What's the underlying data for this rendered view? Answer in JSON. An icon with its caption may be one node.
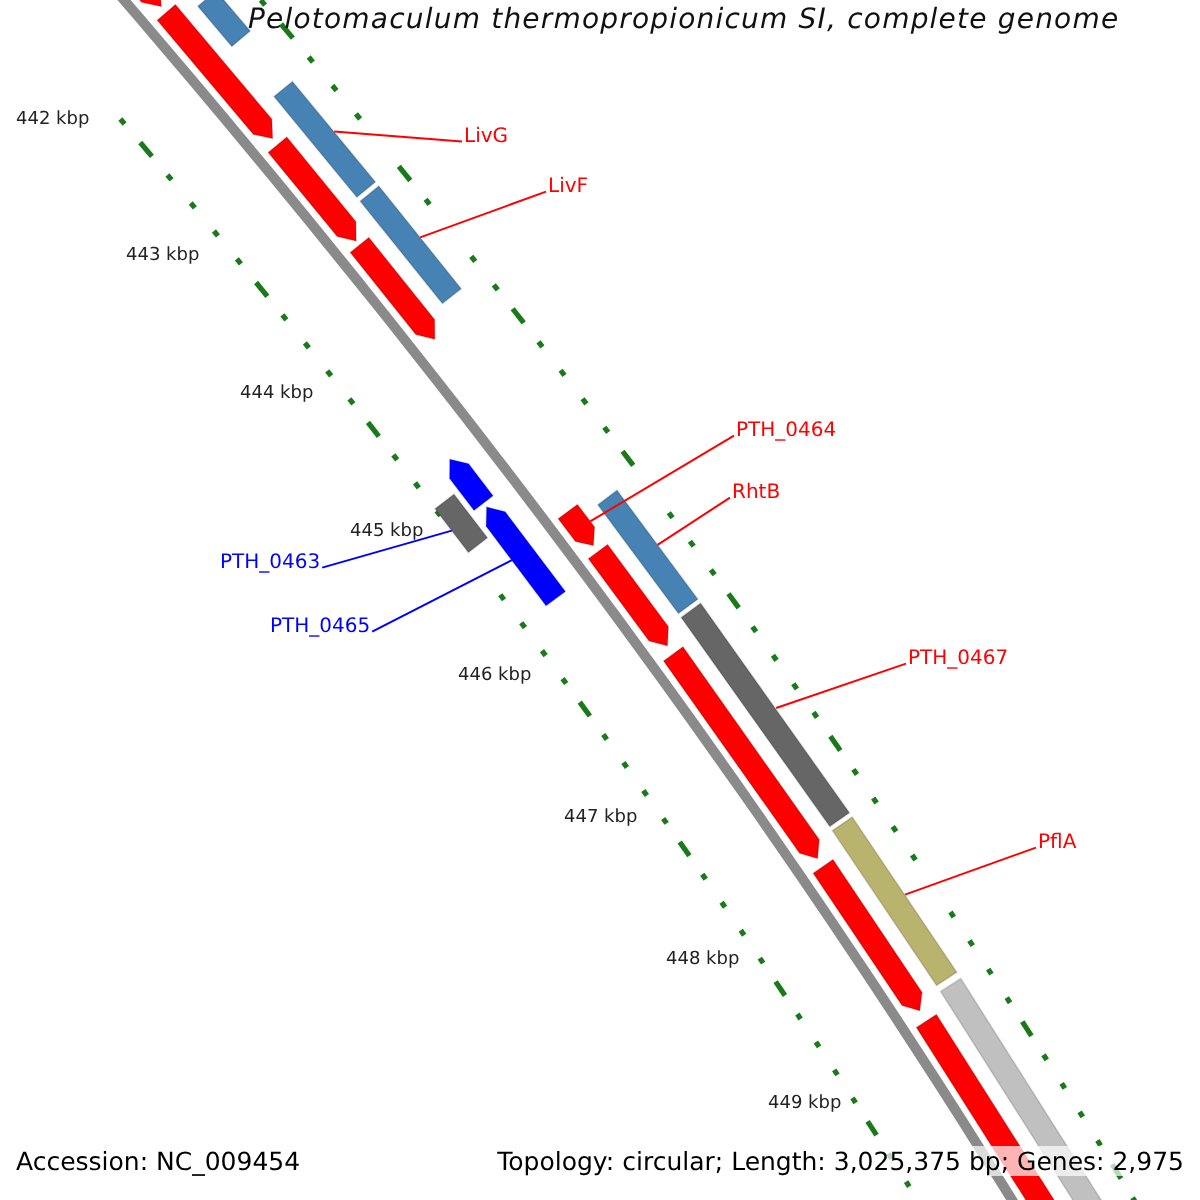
{
  "diagram": {
    "title": "Pelotomaculum thermopropionicum SI, complete genome",
    "nodes": [
      {
        "text": [
          "LivG"
        ]
      },
      {
        "text": [
          "LivF"
        ]
      },
      {
        "text": [
          "PTH_0464"
        ]
      },
      {
        "text": [
          "RhtB"
        ]
      },
      {
        "text": [
          "PTH_0463"
        ]
      },
      {
        "text": [
          "PTH_0465"
        ]
      },
      {
        "text": [
          "PTH_0467"
        ]
      },
      {
        "text": [
          "PflA"
        ]
      },
      {
        "text": [],
        "shape": "arrow"
      },
      {
        "text": [],
        "shape": "bar"
      },
      {
        "text": [],
        "shape": "arrow"
      },
      {
        "text": [],
        "shape": "bar"
      },
      {
        "text": [],
        "shape": "arrow"
      },
      {
        "text": [],
        "shape": "bar"
      },
      {
        "text": [],
        "shape": "arrow"
      },
      {
        "text": [],
        "shape": "arrow"
      },
      {
        "text": [],
        "shape": "bar"
      },
      {
        "text": [],
        "shape": "arrow"
      },
      {
        "text": [],
        "shape": "arrow"
      },
      {
        "text": [],
        "shape": "bar"
      },
      {
        "text": [],
        "shape": "arrow"
      },
      {
        "text": [],
        "shape": "bar"
      },
      {
        "text": [],
        "shape": "arrow"
      },
      {
        "text": [],
        "shape": "bar"
      },
      {
        "text": [],
        "shape": "arrow"
      },
      {
        "text": [],
        "shape": "bar"
      },
      {
        "text": [],
        "shape": "arrow"
      }
    ],
    "edges": [
      {
        "from": 0,
        "to": 11,
        "arrow": "none"
      },
      {
        "from": 1,
        "to": 13,
        "arrow": "none"
      },
      {
        "from": 2,
        "to": 18,
        "arrow": "none"
      },
      {
        "from": 3,
        "to": 19,
        "arrow": "none"
      },
      {
        "from": 4,
        "to": 16,
        "arrow": "none",
        "color": "#0000ff"
      },
      {
        "from": 5,
        "to": 17,
        "arrow": "none",
        "color": "#0000ff"
      },
      {
        "from": 6,
        "to": 21,
        "arrow": "none"
      },
      {
        "from": 7,
        "to": 23,
        "arrow": "none"
      }
    ],
    "labels": [
      "442 kbp",
      "443 kbp",
      "444 kbp",
      "445 kbp",
      "446 kbp",
      "447 kbp",
      "448 kbp",
      "449 kbp",
      "Accession: NC_009454",
      "Topology: circular; Length: 3,025,375 bp; Genes: 2,975"
    ]
  }
}
